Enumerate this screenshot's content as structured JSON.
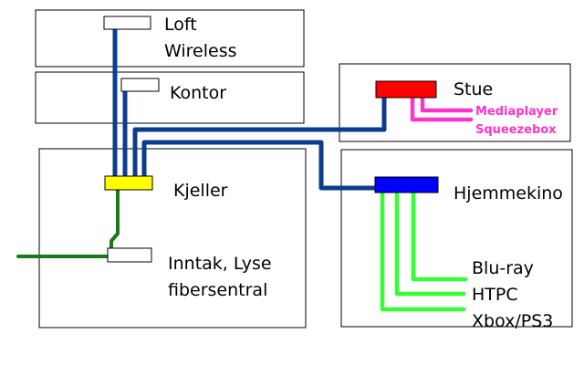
{
  "rooms": {
    "loft": {
      "name": "Loft",
      "device": "Wireless"
    },
    "kontor": {
      "name": "Kontor"
    },
    "kjeller": {
      "name": "Kjeller"
    },
    "inntak": {
      "line1": "Inntak, Lyse",
      "line2": "fibersentral"
    },
    "stue": {
      "name": "Stue",
      "devices": [
        "Mediaplayer",
        "Squeezebox"
      ]
    },
    "hjemmekino": {
      "name": "Hjemmekino",
      "devices": [
        "Blu-ray",
        "HTPC",
        "Xbox/PS3"
      ]
    }
  },
  "colors": {
    "blue_cable": "#0b3d8c",
    "green_cable": "#1a7a1a",
    "light_green_cable": "#33ff33",
    "pink_cable": "#ff33cc",
    "switch_red": "#ff0000",
    "switch_blue": "#0000ff",
    "switch_yellow": "#ffff00"
  }
}
